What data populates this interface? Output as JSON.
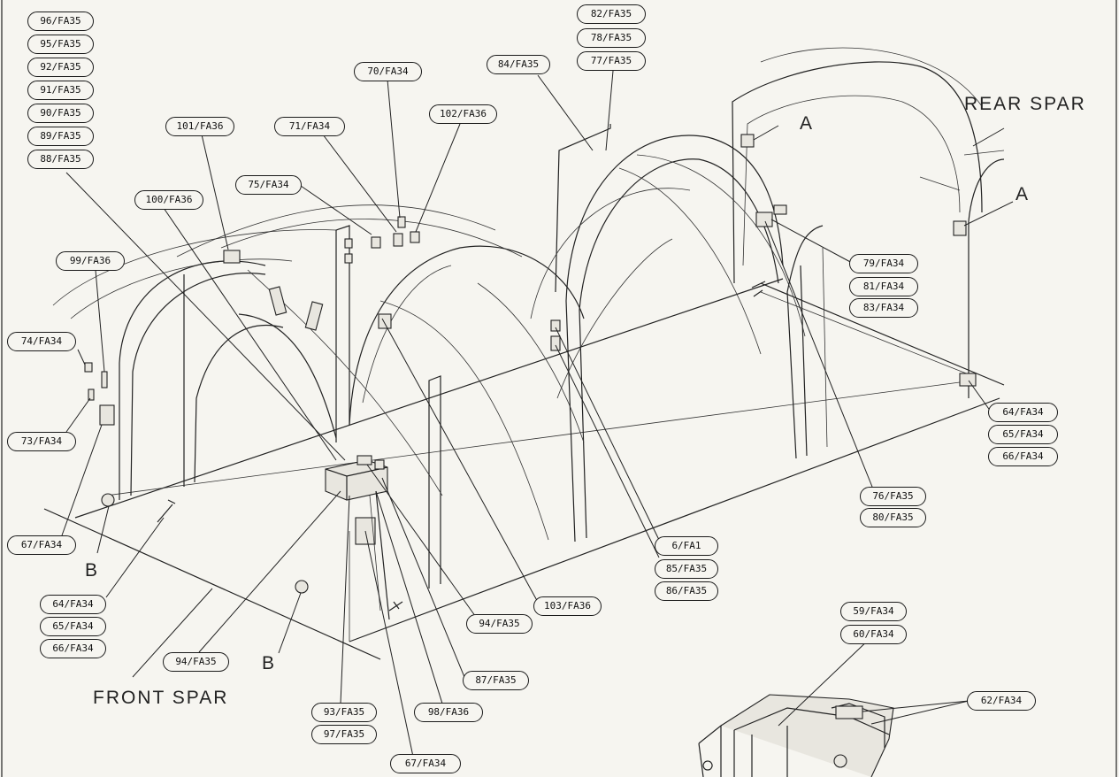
{
  "labels": {
    "front_spar": "FRONT SPAR",
    "rear_spar": "REAR SPAR",
    "a": "A",
    "b": "B"
  },
  "callouts": {
    "c96": "96/FA35",
    "c95": "95/FA35",
    "c92": "92/FA35",
    "c91": "91/FA35",
    "c90": "90/FA35",
    "c89": "89/FA35",
    "c88": "88/FA35",
    "c101": "101/FA36",
    "c100": "100/FA36",
    "c99": "99/FA36",
    "c74": "74/FA34",
    "c73": "73/FA34",
    "c67a": "67/FA34",
    "c64a": "64/FA34",
    "c65a": "65/FA34",
    "c66a": "66/FA34",
    "c94a": "94/FA35",
    "c71": "71/FA34",
    "c75": "75/FA34",
    "c70": "70/FA34",
    "c102": "102/FA36",
    "c84": "84/FA35",
    "c82": "82/FA35",
    "c78": "78/FA35",
    "c77": "77/FA35",
    "c79": "79/FA34",
    "c81": "81/FA34",
    "c83": "83/FA34",
    "c64b": "64/FA34",
    "c65b": "65/FA34",
    "c66b": "66/FA34",
    "c76": "76/FA35",
    "c80": "80/FA35",
    "c6": "6/FA1",
    "c85": "85/FA35",
    "c86": "86/FA35",
    "c103": "103/FA36",
    "c94b": "94/FA35",
    "c87": "87/FA35",
    "c93": "93/FA35",
    "c97": "97/FA35",
    "c98": "98/FA36",
    "c67b": "67/FA34",
    "c59": "59/FA34",
    "c60": "60/FA34",
    "c62": "62/FA34"
  }
}
